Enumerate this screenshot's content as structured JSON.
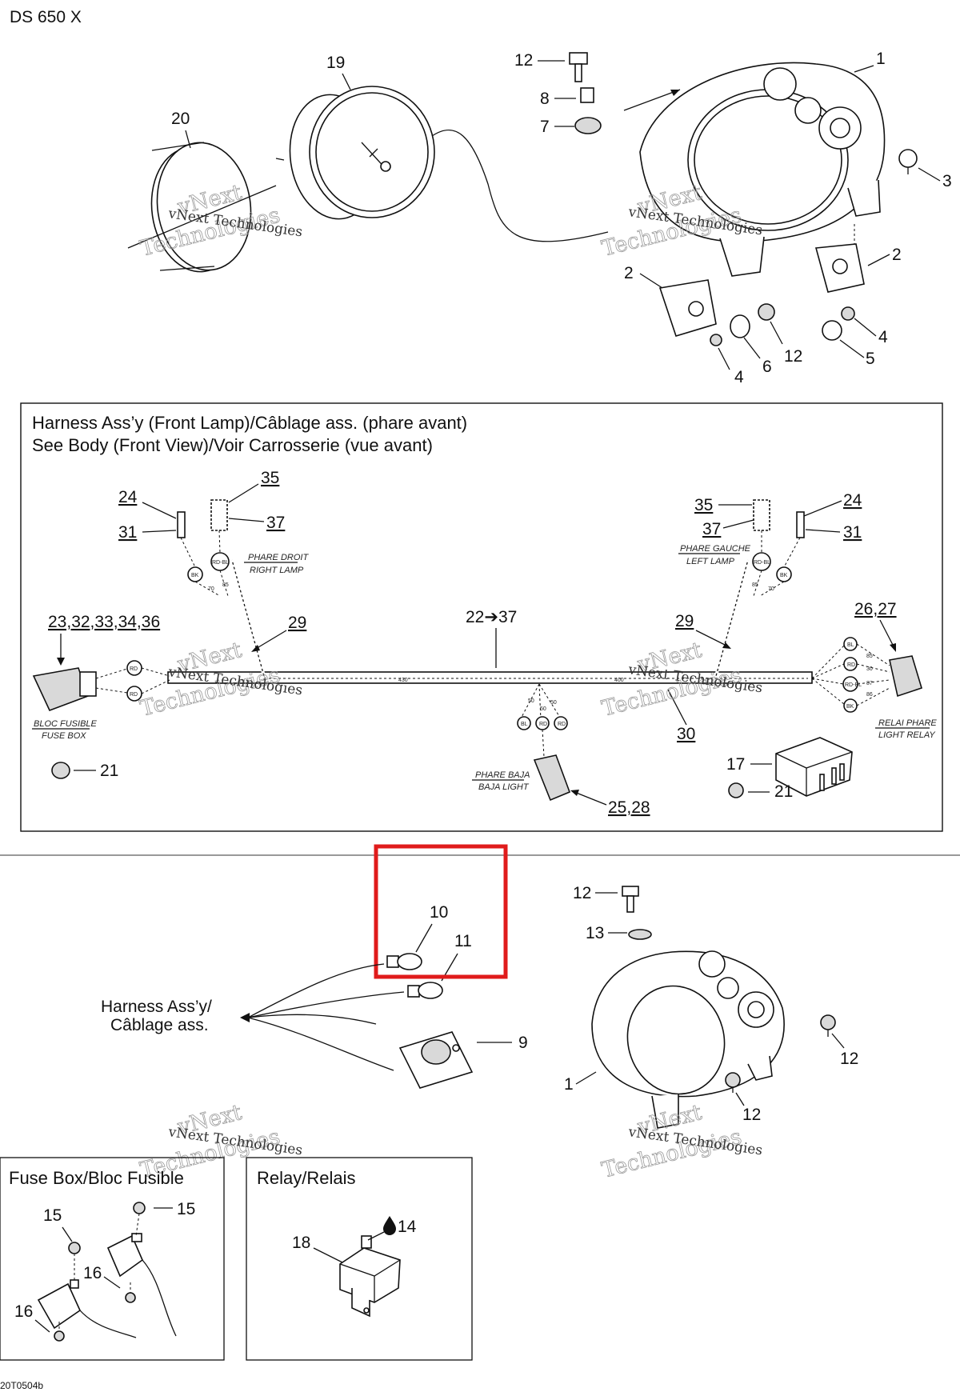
{
  "model": "DS 650 X",
  "footer_code": "20T0504b",
  "watermark": {
    "line1": "vNext",
    "line2": "Technologies",
    "small": "vNext Technologies"
  },
  "top_callouts": {
    "c1": "1",
    "c2a": "2",
    "c2b": "2",
    "c3": "3",
    "c4a": "4",
    "c4b": "4",
    "c5": "5",
    "c6": "6",
    "c7": "7",
    "c8": "8",
    "c12a": "12",
    "c12b": "12",
    "c19": "19",
    "c20": "20"
  },
  "harness_box": {
    "title_line1": "Harness Ass’y (Front Lamp)/Câblage ass. (phare avant)",
    "title_line2": "See Body (Front View)/Voir Carrosserie (vue avant)",
    "callouts": {
      "c24a": "24",
      "c31a": "31",
      "c35a": "35",
      "c37a": "37",
      "c35b": "35",
      "c37b": "37",
      "c24b": "24",
      "c31b": "31",
      "c23": "23,32,33,34,36",
      "c29a": "29",
      "c22": "22➔37",
      "c29b": "29",
      "c2627": "26,27",
      "c30": "30",
      "c21a": "21",
      "c17": "17",
      "c21b": "21",
      "c2528": "25,28"
    },
    "captions": {
      "right_lamp_fr": "PHARE DROIT",
      "right_lamp_en": "RIGHT LAMP",
      "left_lamp_fr": "PHARE GAUCHE",
      "left_lamp_en": "LEFT LAMP",
      "fuse_box_fr": "BLOC FUSIBLE",
      "fuse_box_en": "FUSE BOX",
      "relay_fr": "RELAI PHARE",
      "relay_en": "LIGHT RELAY",
      "baja_fr": "PHARE BAJA",
      "baja_en": "BAJA LIGHT"
    },
    "wire_codes": {
      "rd_bl": "RD-BL",
      "bk": "BK",
      "rd": "RD",
      "bl": "BL",
      "n70": "70",
      "n85": "85",
      "n50": "50",
      "n86": "86",
      "n30": "30",
      "n87": "87",
      "n430": "430",
      "n400": "400"
    }
  },
  "bottom_callouts": {
    "c10": "10",
    "c11": "11",
    "c12a": "12",
    "c13": "13",
    "c9": "9",
    "c1": "1",
    "c12b": "12",
    "c12c": "12",
    "harness_en": "Harness Ass’y/",
    "harness_fr": "Câblage ass."
  },
  "fuse_box_panel": {
    "title": "Fuse Box/Bloc Fusible",
    "c15a": "15",
    "c15b": "15",
    "c16a": "16",
    "c16b": "16"
  },
  "relay_panel": {
    "title": "Relay/Relais",
    "c18": "18",
    "c14": "14"
  },
  "highlight": {
    "color": "#e01b1b"
  }
}
